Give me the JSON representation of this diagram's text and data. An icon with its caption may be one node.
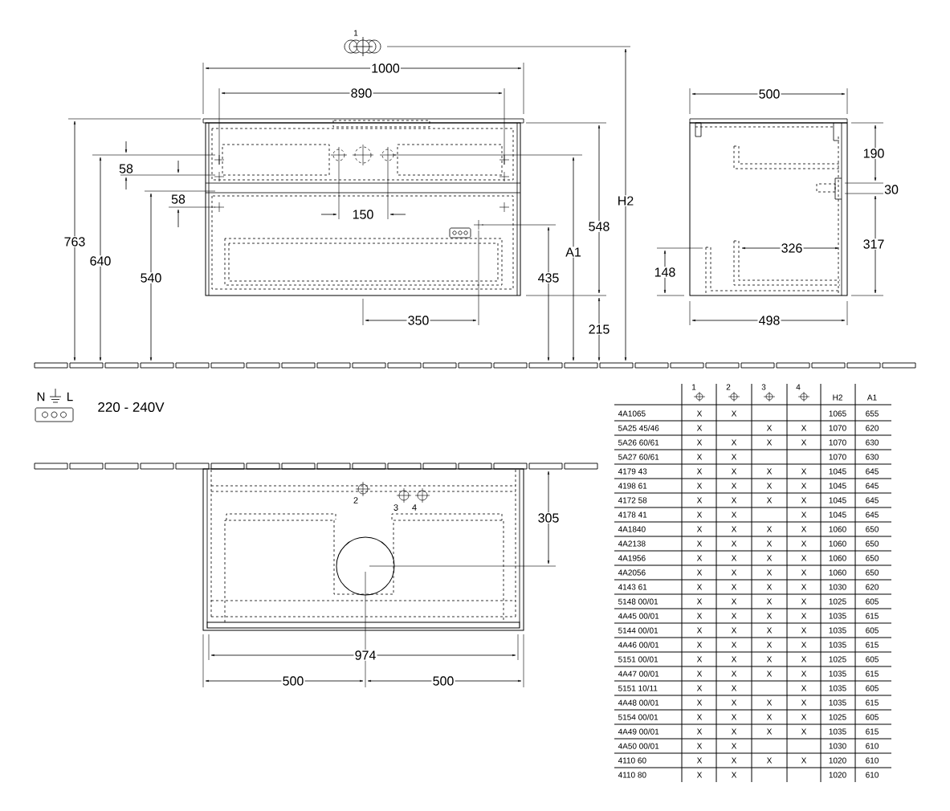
{
  "diagram": {
    "labels": [
      "1",
      "1000",
      "890",
      "500",
      "190",
      "58",
      "30",
      "58",
      "H2",
      "150",
      "548",
      "763",
      "317",
      "326",
      "A1",
      "640",
      "148",
      "540",
      "435",
      "350",
      "498",
      "215",
      "N",
      "L",
      "220 - 240V",
      "1",
      "2",
      "3",
      "4",
      "H2",
      "A1",
      "4A1065",
      "X",
      "X",
      "1065",
      "655",
      "5A25 45/46",
      "X",
      "X",
      "X",
      "1070",
      "620",
      "5A26 60/61",
      "X",
      "X",
      "X",
      "X",
      "1070",
      "630",
      "5A27 60/61",
      "X",
      "X",
      "1070",
      "630",
      "4179 43",
      "X",
      "X",
      "X",
      "X",
      "1045",
      "645",
      "4198 61",
      "X",
      "X",
      "X",
      "X",
      "1045",
      "645",
      "4172 58",
      "X",
      "X",
      "X",
      "X",
      "1045",
      "645",
      "4178 41",
      "X",
      "X",
      "X",
      "1045",
      "645",
      "4A1840",
      "X",
      "X",
      "X",
      "X",
      "1060",
      "650",
      "4A2138",
      "X",
      "X",
      "X",
      "X",
      "1060",
      "650",
      "4A1956",
      "X",
      "X",
      "X",
      "X",
      "1060",
      "650",
      "4A2056",
      "X",
      "X",
      "X",
      "X",
      "1060",
      "650",
      "4143 61",
      "X",
      "X",
      "X",
      "X",
      "1030",
      "620",
      "5148 00/01",
      "X",
      "X",
      "X",
      "X",
      "1025",
      "605",
      "4A45 00/01",
      "X",
      "X",
      "X",
      "X",
      "1035",
      "615",
      "5144 00/01",
      "X",
      "X",
      "X",
      "X",
      "1035",
      "605",
      "4A46 00/01",
      "X",
      "X",
      "X",
      "X",
      "1035",
      "615",
      "5151 00/01",
      "X",
      "X",
      "X",
      "X",
      "1025",
      "605",
      "4A47 00/01",
      "X",
      "X",
      "X",
      "X",
      "1035",
      "615",
      "5151 10/11",
      "X",
      "X",
      "X",
      "1035",
      "605",
      "4A48 00/01",
      "X",
      "X",
      "X",
      "X",
      "1035",
      "615",
      "5154 00/01",
      "X",
      "X",
      "X",
      "X",
      "1025",
      "605",
      "4A49 00/01",
      "X",
      "X",
      "X",
      "X",
      "1035",
      "615",
      "4A50 00/01",
      "X",
      "X",
      "1030",
      "610",
      "4110 60",
      "X",
      "X",
      "X",
      "X",
      "1020",
      "610",
      "4110 80",
      "X",
      "X",
      "1020",
      "610",
      "2",
      "3",
      "4",
      "305",
      "974",
      "500",
      "500"
    ]
  }
}
